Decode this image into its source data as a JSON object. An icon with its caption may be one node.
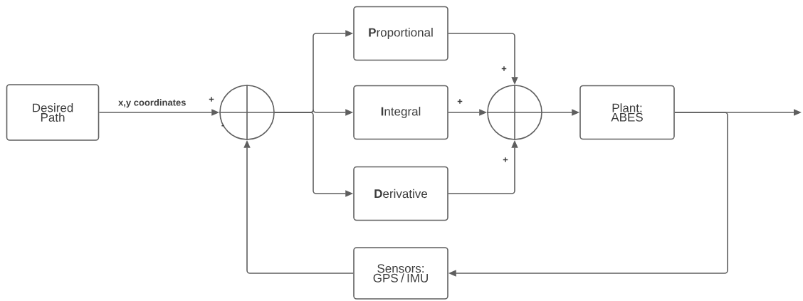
{
  "diagram": {
    "nodes": [
      {
        "text": [
          "Desired Path"
        ]
      },
      {
        "text": [],
        "shape": "circle"
      },
      {
        "text": [
          "**P**roportional"
        ]
      },
      {
        "text": [
          "**I**ntegral"
        ]
      },
      {
        "text": [
          "**D**erivative"
        ]
      },
      {
        "text": [],
        "shape": "circle"
      },
      {
        "text": [
          "Plant: ABES"
        ]
      },
      {
        "text": [
          "Sensors: GPS / IMU"
        ]
      }
    ],
    "edges": [
      {
        "from": 0,
        "to": 1,
        "arrow": "to",
        "label": "x,y coordinates"
      },
      {
        "from": 1,
        "to": 2,
        "arrow": "to"
      },
      {
        "from": 1,
        "to": 3,
        "arrow": "to"
      },
      {
        "from": 1,
        "to": 4,
        "arrow": "to"
      },
      {
        "from": 2,
        "to": 5,
        "arrow": "to"
      },
      {
        "from": 3,
        "to": 5,
        "arrow": "to"
      },
      {
        "from": 4,
        "to": 5,
        "arrow": "to"
      },
      {
        "from": 5,
        "to": 6,
        "arrow": "to"
      },
      {
        "from": 6,
        "to": null,
        "arrow": "to"
      },
      {
        "from": 6,
        "to": 7,
        "arrow": "to"
      },
      {
        "from": 7,
        "to": 1,
        "arrow": "to"
      }
    ],
    "labels": [
      "+",
      "+",
      "+",
      "-",
      "+"
    ]
  }
}
